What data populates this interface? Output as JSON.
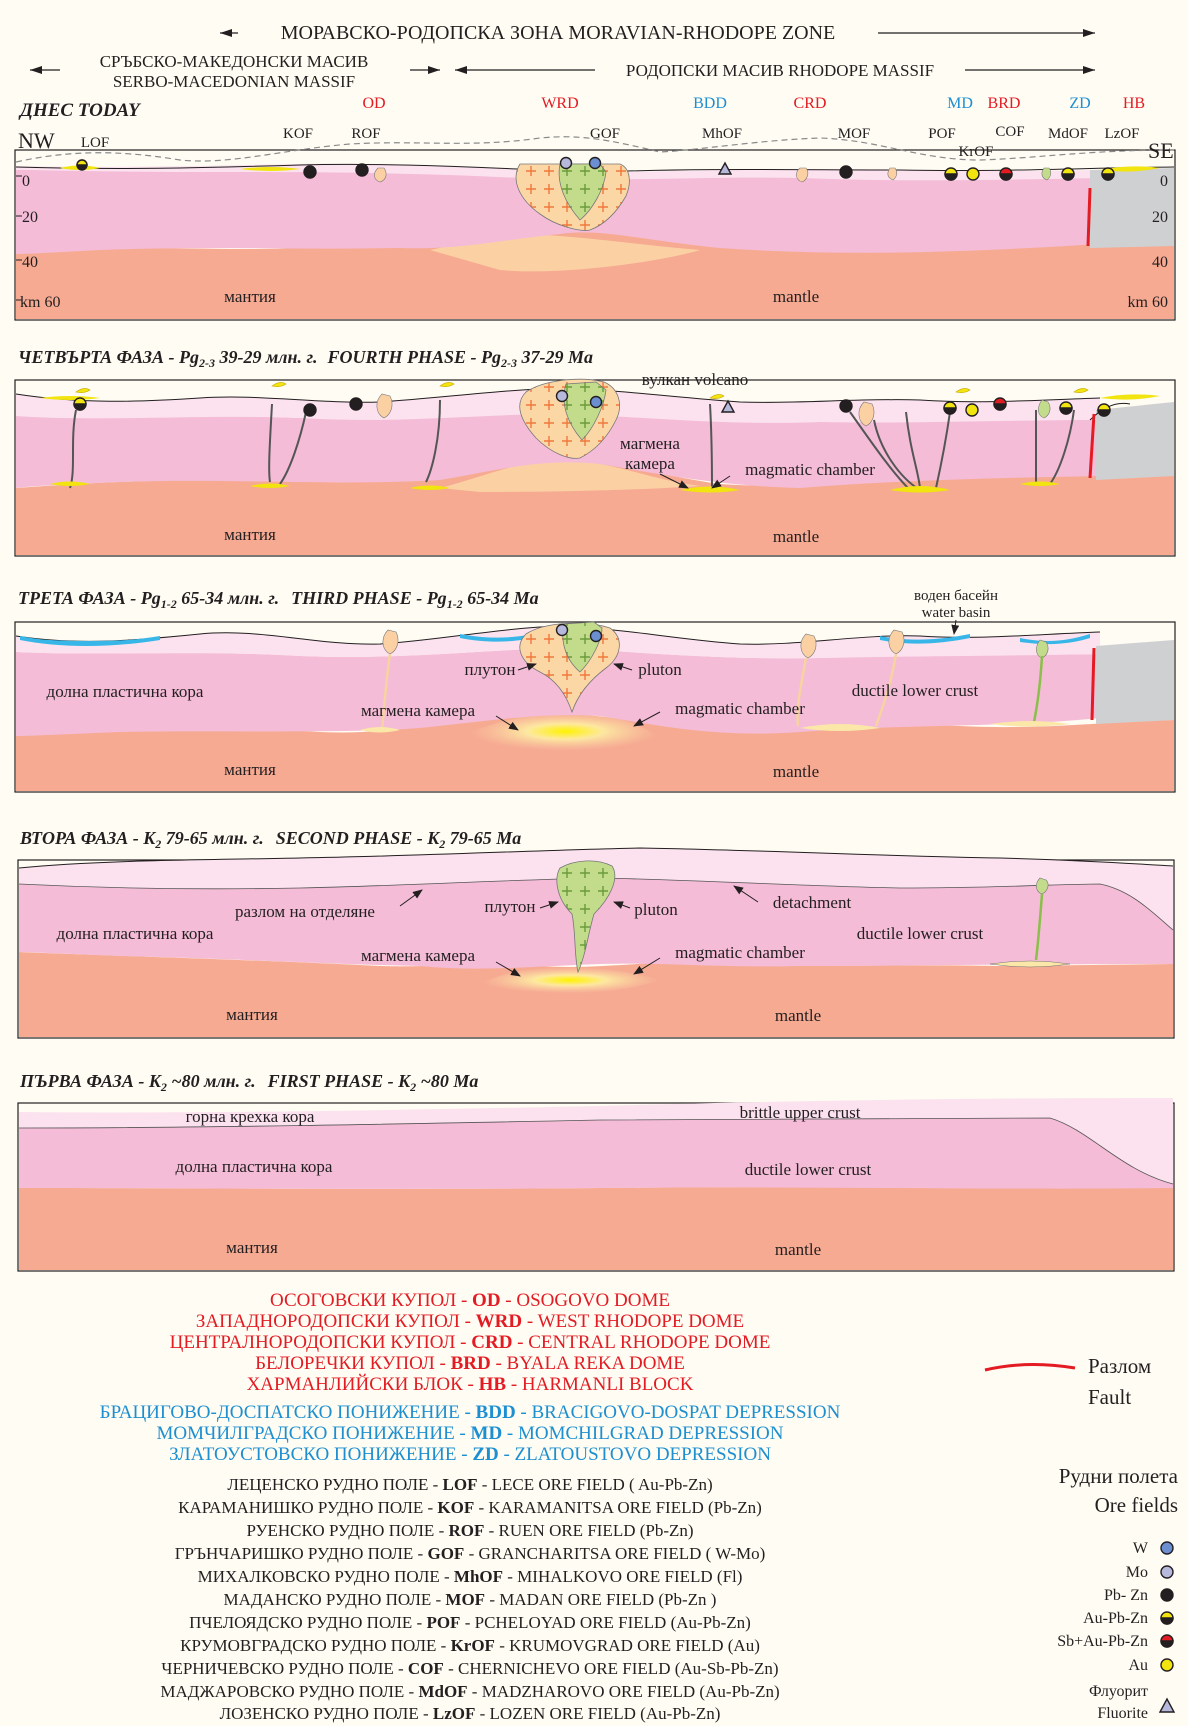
{
  "header": {
    "zone": "МОРАВСКО-РОДОПСКА ЗОНА   MORAVIAN-RHODOPE ZONE",
    "serbo_bg": "СРЪБСКО-МАКЕДОНСКИ МАСИВ",
    "serbo_en": "SERBO-MACEDONIAN MASSIF",
    "rhodope": "РОДОПСКИ МАСИВ  RHODOPE MASSIF"
  },
  "panels": [
    {
      "title": "ДНЕС  TODAY"
    },
    {
      "title_bg": "ЧЕТВЪРТА ФАЗА  - Pg",
      "title_bg_sub": "2-3",
      "title_bg_rest": " 39-29 млн. г.",
      "title_en": "FOURTH PHASE - Pg",
      "title_en_sub": "2-3",
      "title_en_rest": " 37-29 Ma"
    },
    {
      "title_bg": "ТРЕТА ФАЗА - Pg",
      "title_bg_sub": "1-2",
      "title_bg_rest": " 65-34 млн. г.",
      "title_en": "THIRD PHASE - Pg",
      "title_en_sub": "1-2",
      "title_en_rest": "  65-34 Ma"
    },
    {
      "title_bg": "ВТОРА ФАЗА - K",
      "title_bg_sub": "2",
      "title_bg_rest": "  79-65 млн. г.",
      "title_en": "SECOND PHASE - K",
      "title_en_sub": "2",
      "title_en_rest": " 79-65 Ma"
    },
    {
      "title_bg": "ПЪРВА ФАЗА - K",
      "title_bg_sub": "2",
      "title_bg_rest": " ~80 млн. г.",
      "title_en": "FIRST PHASE - K",
      "title_en_sub": "2",
      "title_en_rest": " ~80 Ma"
    }
  ],
  "today": {
    "nw": "NW",
    "se": "SE",
    "depth_ticks": [
      "0",
      "20",
      "40",
      "km 60"
    ],
    "depth_ticks_right": [
      "0",
      "20",
      "40",
      "km 60"
    ],
    "domes": [
      {
        "label": "OD",
        "color": "#e31b23"
      },
      {
        "label": "WRD",
        "color": "#e31b23"
      },
      {
        "label": "BDD",
        "color": "#1d8fd1"
      },
      {
        "label": "CRD",
        "color": "#e31b23"
      },
      {
        "label": "MD",
        "color": "#1d8fd1"
      },
      {
        "label": "BRD",
        "color": "#e31b23"
      },
      {
        "label": "ZD",
        "color": "#1d8fd1"
      },
      {
        "label": "HB",
        "color": "#e31b23"
      }
    ],
    "fields": [
      "LOF",
      "KOF",
      "ROF",
      "GOF",
      "MhOF",
      "MOF",
      "POF",
      "KrOF",
      "COF",
      "MdOF",
      "LzOF"
    ]
  },
  "labels": {
    "mantle_bg": "мантия",
    "mantle_en": "mantle",
    "volcano": "вулкан  volcano",
    "magma_bg_1": "магмена",
    "magma_bg_2": "камера",
    "magma_bg": "магмена камера",
    "magma_en": "magmatic chamber",
    "pluton_bg": "плутон",
    "pluton_en": "pluton",
    "lower_bg": "долна пластична кора",
    "lower_en": "ductile lower crust",
    "basin_bg": "воден басейн",
    "basin_en": "water basin",
    "detach_bg": "разлом на отделяне",
    "detach_en": "detachment",
    "upper_bg": "горна крехка кора",
    "upper_en": "brittle upper crust"
  },
  "legend": {
    "red": [
      {
        "bg": "ОСОГОВСКИ КУПОЛ - ",
        "abbr": "OD",
        "en": " - OSOGOVO DOME"
      },
      {
        "bg": "ЗАПАДНОРОДОПСКИ КУПОЛ - ",
        "abbr": "WRD",
        "en": " - WEST RHODOPE DOME"
      },
      {
        "bg": "ЦЕНТРАЛНОРОДОПСКИ КУПОЛ - ",
        "abbr": "CRD",
        "en": " - CENTRAL RHODOPE DOME"
      },
      {
        "bg": "БЕЛОРЕЧКИ КУПОЛ - ",
        "abbr": "BRD",
        "en": " - BYALA REKA DOME"
      },
      {
        "bg": "ХАРМАНЛИЙСКИ БЛОК - ",
        "abbr": "HB",
        "en": " - HARMANLI BLOCK"
      }
    ],
    "blue": [
      {
        "bg": "БРАЦИГОВО-ДОСПАТСКО ПОНИЖЕНИЕ - ",
        "abbr": "BDD",
        "en": " - BRACIGOVO-DOSPAT DEPRESSION"
      },
      {
        "bg": "МОМЧИЛГРАДСКО ПОНИЖЕНИЕ - ",
        "abbr": "MD",
        "en": " - MOMCHILGRAD DEPRESSION"
      },
      {
        "bg": "ЗЛАТОУСТОВСКО ПОНИЖЕНИЕ - ",
        "abbr": "ZD",
        "en": " - ZLATOUSTOVO DEPRESSION"
      }
    ],
    "black": [
      {
        "bg": "ЛЕЦЕНСКО РУДНО ПОЛЕ - ",
        "abbr": "LOF",
        "en": " - LECE ORE FIELD ( Au-Pb-Zn)"
      },
      {
        "bg": "КАРАМАНИШКО РУДНО ПОЛЕ - ",
        "abbr": "KOF",
        "en": " - KARAMANITSA ORE FIELD (Pb-Zn)"
      },
      {
        "bg": "РУЕНСКО РУДНО ПОЛЕ - ",
        "abbr": "ROF",
        "en": " - RUEN ORE FIELD (Pb-Zn)"
      },
      {
        "bg": "ГРЪНЧАРИШКО РУДНО ПОЛЕ - ",
        "abbr": "GOF",
        "en": " - GRANCHARITSA  ORE FIELD ( W-Mo)"
      },
      {
        "bg": "МИХАЛКОВСКО РУДНО ПОЛЕ - ",
        "abbr": "MhOF",
        "en": " - MIHALKOVO ORE FIELD (Fl)"
      },
      {
        "bg": "МАДАНСКО РУДНО ПОЛЕ - ",
        "abbr": "MOF",
        "en": " - MADAN ORE FIELD (Pb-Zn )"
      },
      {
        "bg": "ПЧЕЛОЯДСКО РУДНО ПОЛЕ - ",
        "abbr": "POF",
        "en": " - PCHELOYAD ORE FIELD (Au-Pb-Zn)"
      },
      {
        "bg": "КРУМОВГРАДСКО РУДНО ПОЛЕ - ",
        "abbr": "KrOF",
        "en": " - KRUMOVGRAD ORE FIELD (Au)"
      },
      {
        "bg": "ЧЕРНИЧЕВСКО РУДНО ПОЛЕ - ",
        "abbr": "COF",
        "en": " - CHERNICHEVO ORE FIELD (Au-Sb-Pb-Zn)"
      },
      {
        "bg": "МАДЖАРОВСКО РУДНО ПОЛЕ - ",
        "abbr": "MdOF",
        "en": " - MADZHAROVO ORE FIELD (Au-Pb-Zn)"
      },
      {
        "bg": "ЛОЗЕНСКО РУДНО ПОЛЕ - ",
        "abbr": "LzOF",
        "en": " - LOZEN ORE FIELD (Au-Pb-Zn)"
      }
    ]
  },
  "fault": {
    "bg": "Разлом",
    "en": "Fault",
    "color": "#e31b23"
  },
  "ore_legend": {
    "title_bg": "Рудни полета",
    "title_en": "Ore fields",
    "items": [
      {
        "label": "W",
        "kind": "w"
      },
      {
        "label": "Mo",
        "kind": "mo"
      },
      {
        "label": "Pb- Zn",
        "kind": "pbzn"
      },
      {
        "label": "Au-Pb-Zn",
        "kind": "aupbzn"
      },
      {
        "label": "Sb+Au-Pb-Zn",
        "kind": "sb"
      },
      {
        "label": "Au",
        "kind": "au"
      },
      {
        "label": "Флуорит",
        "kind": "fl"
      },
      {
        "label": "Fluorite",
        "kind": "fl2"
      }
    ]
  },
  "colors": {
    "mantle": "#f6aa92",
    "lower_crust": "#f4bcd7",
    "upper_crust": "#fbe2ee",
    "pluton_orange": "#fcd7a6",
    "pluton_green": "#c3dc8c",
    "gray_block": "#cfd0d2",
    "water": "#38b6e8"
  }
}
